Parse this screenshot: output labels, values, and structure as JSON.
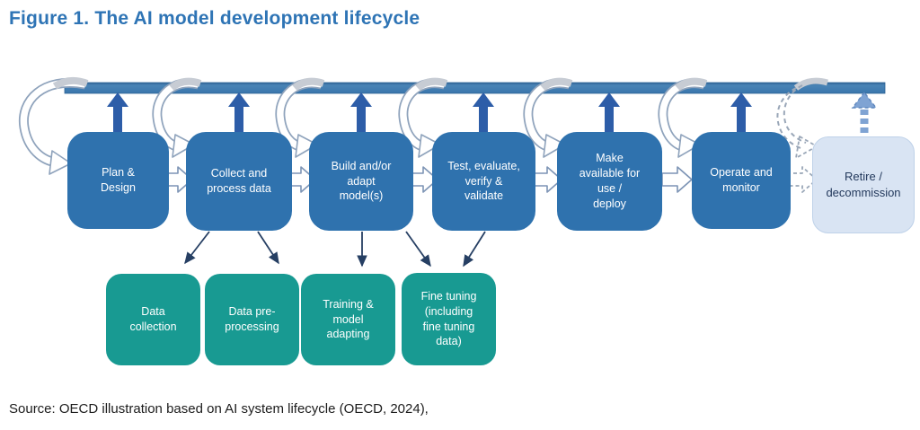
{
  "figure": {
    "title": "Figure 1. The AI model development lifecycle",
    "source": "Source: OECD illustration based on AI system lifecycle (OECD, 2024),"
  },
  "stages": [
    {
      "label": "Plan &\nDesign"
    },
    {
      "label": "Collect and\nprocess data"
    },
    {
      "label": "Build and/or\nadapt\nmodel(s)"
    },
    {
      "label": "Test, evaluate,\nverify &\nvalidate"
    },
    {
      "label": "Make\navailable for\nuse /\ndeploy"
    },
    {
      "label": "Operate and\nmonitor"
    },
    {
      "label": "Retire /\ndecommission"
    }
  ],
  "sub_stages": [
    {
      "label": "Data\ncollection"
    },
    {
      "label": "Data pre-\nprocessing"
    },
    {
      "label": "Training &\nmodel\nadapting"
    },
    {
      "label": "Fine tuning\n(including\nfine tuning\ndata)"
    }
  ],
  "colors": {
    "title_blue": "#2E74B5",
    "stage_blue": "#2F72AE",
    "bar_blue": "#3D7AB1",
    "up_arrow_navy": "#2D5DA8",
    "sub_teal": "#189A92",
    "retire_light_blue": "#D9E4F3",
    "retire_text_navy": "#23395C",
    "loop_outline_gray": "#8FA3BC",
    "dashed_gray": "#9AA7B8",
    "thin_arrow_navy": "#263F63"
  }
}
